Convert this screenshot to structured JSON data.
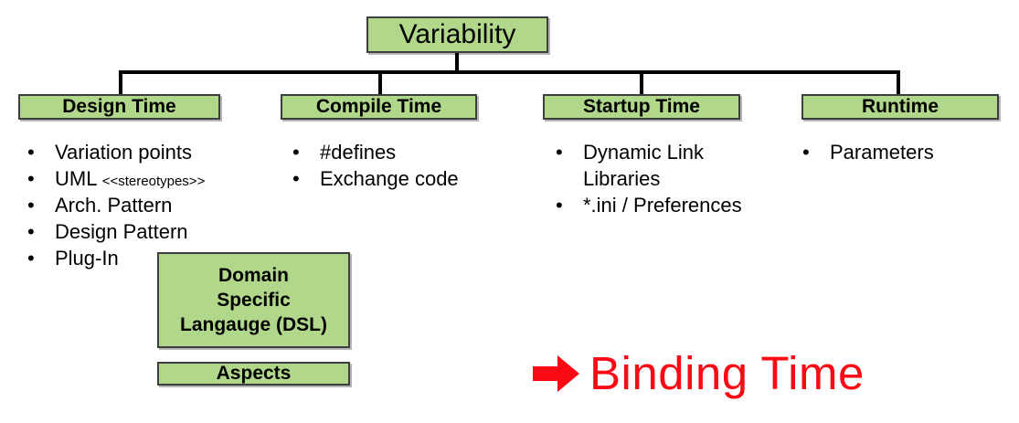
{
  "root": {
    "label": "Variability"
  },
  "categories": [
    {
      "id": "design-time",
      "label": "Design Time",
      "items": [
        {
          "text": "Variation points"
        },
        {
          "text": "UML ",
          "small": "<<stereotypes>>"
        },
        {
          "text": "Arch. Pattern"
        },
        {
          "text": "Design Pattern"
        },
        {
          "text": "Plug-In"
        }
      ]
    },
    {
      "id": "compile-time",
      "label": "Compile Time",
      "items": [
        {
          "text": "#defines"
        },
        {
          "text": "Exchange code"
        }
      ]
    },
    {
      "id": "startup-time",
      "label": "Startup Time",
      "items": [
        {
          "text": "Dynamic Link Libraries"
        },
        {
          "text": "*.ini / Preferences"
        }
      ]
    },
    {
      "id": "runtime",
      "label": "Runtime",
      "items": [
        {
          "text": "Parameters"
        }
      ]
    }
  ],
  "extra_boxes": {
    "dsl": {
      "line1": "Domain",
      "line2": "Specific",
      "line3": "Langauge (DSL)"
    },
    "aspects": {
      "label": "Aspects"
    }
  },
  "callout": {
    "arrow_icon": "right-arrow-icon",
    "label": "Binding Time"
  },
  "bullet_glyph": "•",
  "colors": {
    "box_fill": "#b1d78b",
    "box_border": "#3e3e3e",
    "callout_red": "#fa0a14",
    "connector": "#000000",
    "text": "#000000",
    "background": "#ffffff"
  }
}
